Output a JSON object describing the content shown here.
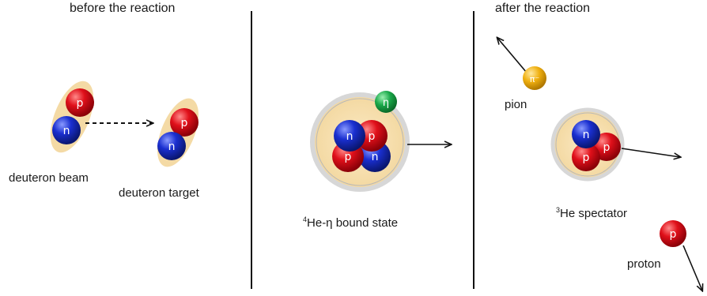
{
  "panels": {
    "before": {
      "title": "before the reaction",
      "beam_label": "deuteron beam",
      "target_label": "deuteron target"
    },
    "middle": {
      "mass_number": "4",
      "state_label": "He-η  bound state"
    },
    "after": {
      "title": "after the reaction",
      "pion_label": "pion",
      "spectator_mass": "3",
      "spectator_label": "He spectator",
      "proton_label": "proton"
    }
  },
  "particles": {
    "proton": "p",
    "neutron": "n",
    "eta": "η",
    "pion": "π⁻"
  },
  "colors": {
    "proton": "#e0101a",
    "neutron": "#1a2fd0",
    "eta": "#1aa84a",
    "pion": "#f0b010",
    "nucleus_halo": "#f5deb0"
  }
}
